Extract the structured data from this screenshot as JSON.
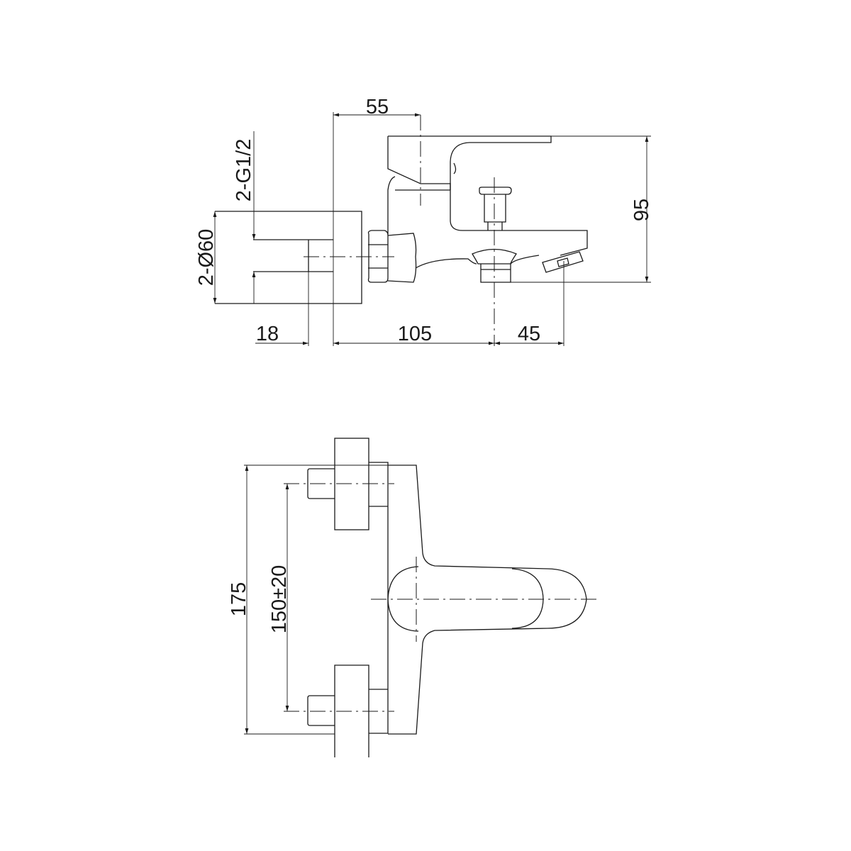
{
  "side_view": {
    "dimensions": {
      "wall_to_handle": "55",
      "thread": "2-G1/2",
      "flange_diameter": "2-Ø60",
      "thread_length": "18",
      "wall_to_diverter": "105",
      "diverter_to_spout": "45",
      "height": "95"
    }
  },
  "top_view": {
    "dimensions": {
      "overall_length": "175",
      "inlet_centers": "150±20"
    }
  }
}
